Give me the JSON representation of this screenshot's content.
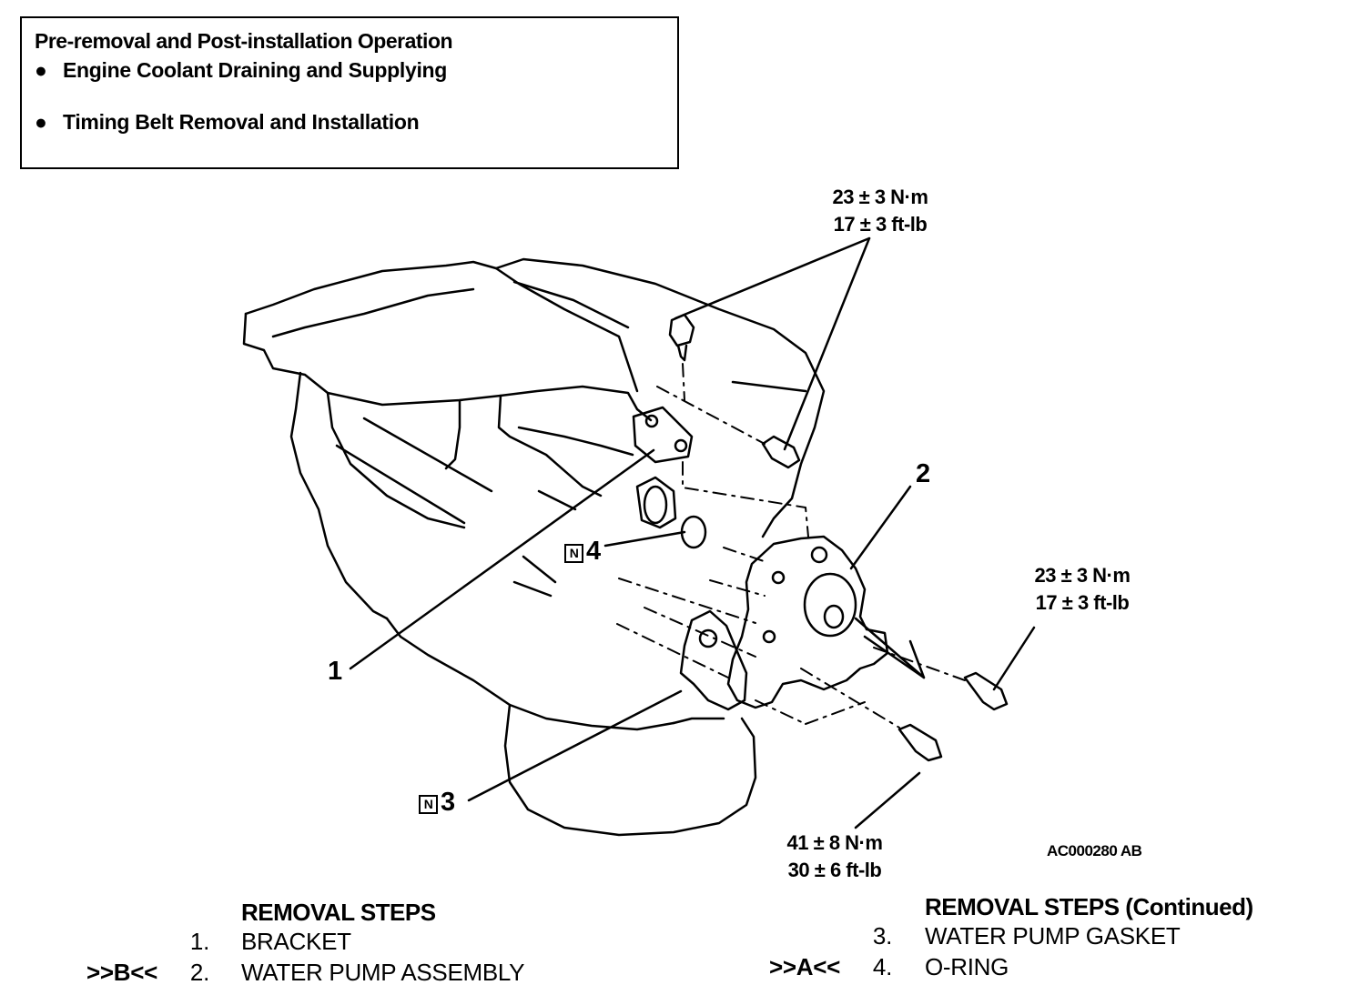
{
  "preop": {
    "title": "Pre-removal and Post-installation Operation",
    "items": [
      "Engine Coolant Draining and Supplying",
      "Timing Belt Removal and Installation"
    ],
    "bullet": "●"
  },
  "torques": [
    {
      "nm": "23 ± 3 N·m",
      "ftlb": "17 ± 3 ft-lb"
    },
    {
      "nm": "23 ± 3 N·m",
      "ftlb": "17 ± 3 ft-lb"
    },
    {
      "nm": "41 ± 8 N·m",
      "ftlb": "30 ± 6 ft-lb"
    }
  ],
  "callouts": {
    "c1": "1",
    "c2": "2",
    "c3": "3",
    "c4": "4",
    "new_part_mark": "N"
  },
  "figure_ref": "AC000280 AB",
  "removal_steps": {
    "heading": "REMOVAL STEPS",
    "heading_continued": "REMOVAL STEPS (Continued)",
    "steps": [
      {
        "num": "1.",
        "label": "BRACKET",
        "tag": ""
      },
      {
        "num": "2.",
        "label": "WATER PUMP ASSEMBLY",
        "tag": ">>B<<"
      },
      {
        "num": "3.",
        "label": "WATER PUMP GASKET",
        "tag": ""
      },
      {
        "num": "4.",
        "label": "O-RING",
        "tag": ">>A<<"
      }
    ]
  }
}
